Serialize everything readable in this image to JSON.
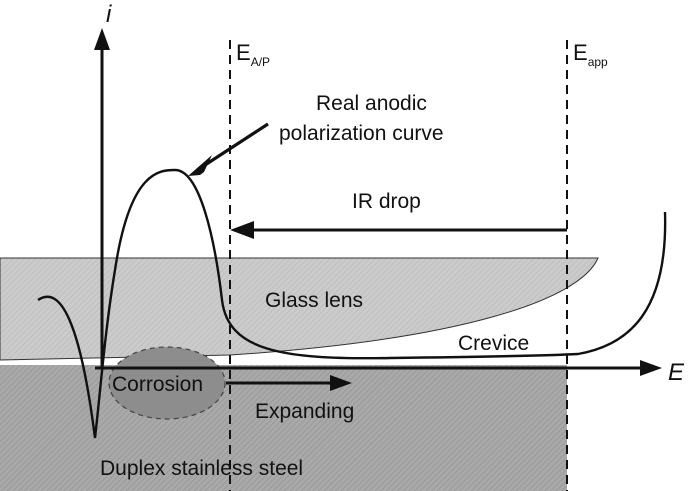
{
  "axes": {
    "y_label": "i",
    "x_label": "E"
  },
  "potentials": {
    "e_ap": {
      "main": "E",
      "sub": "A/P"
    },
    "e_app": {
      "main": "E",
      "sub": "app"
    }
  },
  "labels": {
    "curve": [
      "Real anodic",
      "polarization curve"
    ],
    "ir_drop": "IR drop",
    "glass_lens": "Glass lens",
    "crevice": "Crevice",
    "corrosion": "Corrosion",
    "expanding": "Expanding",
    "steel": "Duplex stainless steel"
  },
  "colors": {
    "ink": "#111111",
    "glass_fill": "#c9c9c9",
    "steel_fill": "#a9a9a9",
    "corrosion_fill": "#8d8d8d"
  }
}
